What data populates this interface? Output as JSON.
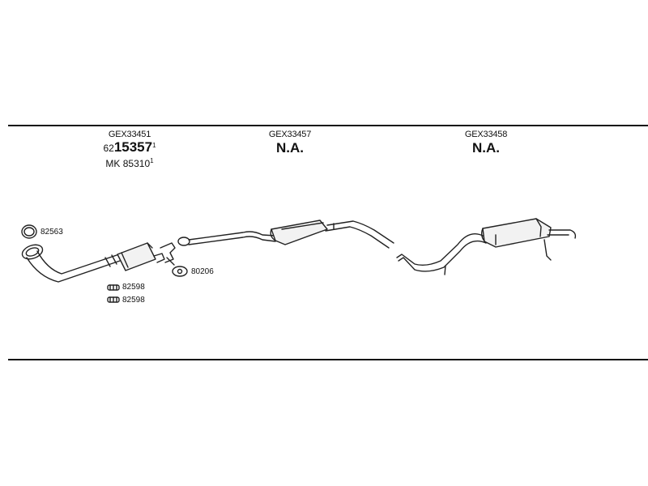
{
  "groups": [
    {
      "ref": "GEX33451",
      "oe_line1_prefix": "62",
      "oe_line1_main": "15357",
      "oe_line1_sup": "1",
      "oe_line2_text": "MK 85310",
      "oe_line2_sup": "1"
    },
    {
      "ref": "GEX33457",
      "status": "N.A."
    },
    {
      "ref": "GEX33458",
      "status": "N.A."
    }
  ],
  "parts": {
    "ring_gasket": "82563",
    "clamp_1": "82598",
    "clamp_2": "82598",
    "flange_gasket": "80206"
  }
}
